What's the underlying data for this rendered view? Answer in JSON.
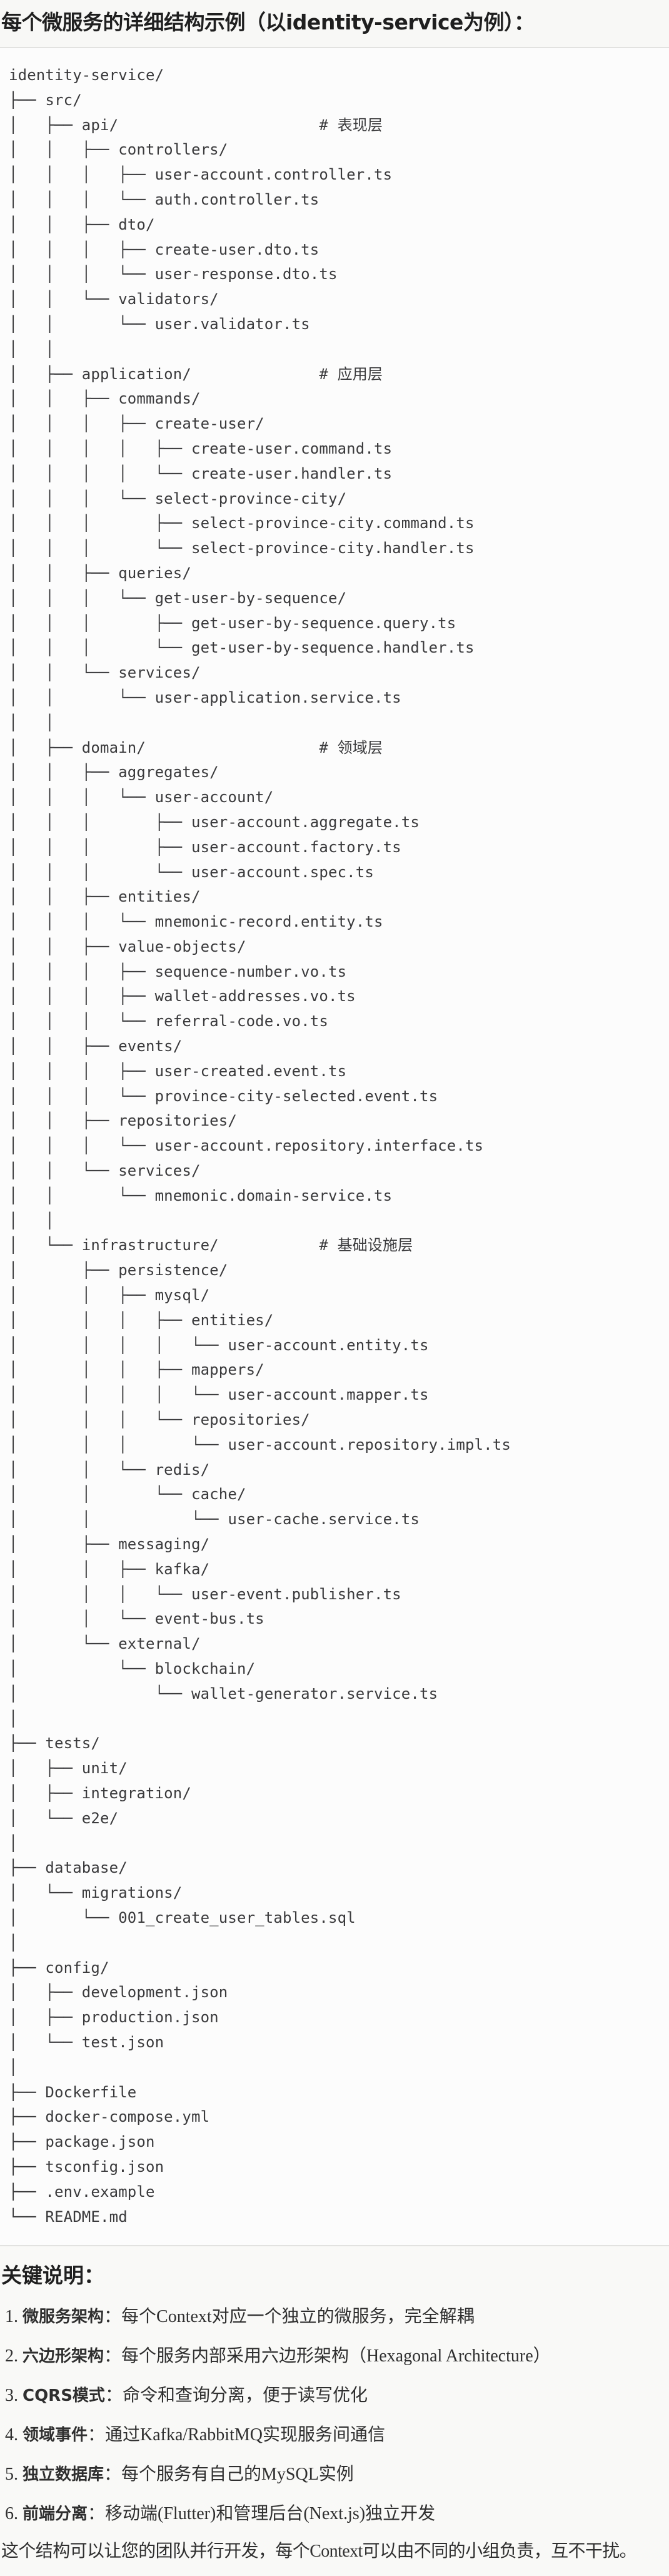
{
  "header": {
    "title": "每个微服务的详细结构示例（以identity-service为例）："
  },
  "tree": {
    "lines": [
      {
        "text": "identity-service/"
      },
      {
        "text": "├── src/"
      },
      {
        "text": "│   ├── api/",
        "comment": "# 表现层"
      },
      {
        "text": "│   │   ├── controllers/"
      },
      {
        "text": "│   │   │   ├── user-account.controller.ts"
      },
      {
        "text": "│   │   │   └── auth.controller.ts"
      },
      {
        "text": "│   │   ├── dto/"
      },
      {
        "text": "│   │   │   ├── create-user.dto.ts"
      },
      {
        "text": "│   │   │   └── user-response.dto.ts"
      },
      {
        "text": "│   │   └── validators/"
      },
      {
        "text": "│   │       └── user.validator.ts"
      },
      {
        "text": "│   │"
      },
      {
        "text": "│   ├── application/",
        "comment": "# 应用层"
      },
      {
        "text": "│   │   ├── commands/"
      },
      {
        "text": "│   │   │   ├── create-user/"
      },
      {
        "text": "│   │   │   │   ├── create-user.command.ts"
      },
      {
        "text": "│   │   │   │   └── create-user.handler.ts"
      },
      {
        "text": "│   │   │   └── select-province-city/"
      },
      {
        "text": "│   │   │       ├── select-province-city.command.ts"
      },
      {
        "text": "│   │   │       └── select-province-city.handler.ts"
      },
      {
        "text": "│   │   ├── queries/"
      },
      {
        "text": "│   │   │   └── get-user-by-sequence/"
      },
      {
        "text": "│   │   │       ├── get-user-by-sequence.query.ts"
      },
      {
        "text": "│   │   │       └── get-user-by-sequence.handler.ts"
      },
      {
        "text": "│   │   └── services/"
      },
      {
        "text": "│   │       └── user-application.service.ts"
      },
      {
        "text": "│   │"
      },
      {
        "text": "│   ├── domain/",
        "comment": "# 领域层"
      },
      {
        "text": "│   │   ├── aggregates/"
      },
      {
        "text": "│   │   │   └── user-account/"
      },
      {
        "text": "│   │   │       ├── user-account.aggregate.ts"
      },
      {
        "text": "│   │   │       ├── user-account.factory.ts"
      },
      {
        "text": "│   │   │       └── user-account.spec.ts"
      },
      {
        "text": "│   │   ├── entities/"
      },
      {
        "text": "│   │   │   └── mnemonic-record.entity.ts"
      },
      {
        "text": "│   │   ├── value-objects/"
      },
      {
        "text": "│   │   │   ├── sequence-number.vo.ts"
      },
      {
        "text": "│   │   │   ├── wallet-addresses.vo.ts"
      },
      {
        "text": "│   │   │   └── referral-code.vo.ts"
      },
      {
        "text": "│   │   ├── events/"
      },
      {
        "text": "│   │   │   ├── user-created.event.ts"
      },
      {
        "text": "│   │   │   └── province-city-selected.event.ts"
      },
      {
        "text": "│   │   ├── repositories/"
      },
      {
        "text": "│   │   │   └── user-account.repository.interface.ts"
      },
      {
        "text": "│   │   └── services/"
      },
      {
        "text": "│   │       └── mnemonic.domain-service.ts"
      },
      {
        "text": "│   │"
      },
      {
        "text": "│   └── infrastructure/",
        "comment": "# 基础设施层"
      },
      {
        "text": "│       ├── persistence/"
      },
      {
        "text": "│       │   ├── mysql/"
      },
      {
        "text": "│       │   │   ├── entities/"
      },
      {
        "text": "│       │   │   │   └── user-account.entity.ts"
      },
      {
        "text": "│       │   │   ├── mappers/"
      },
      {
        "text": "│       │   │   │   └── user-account.mapper.ts"
      },
      {
        "text": "│       │   │   └── repositories/"
      },
      {
        "text": "│       │   │       └── user-account.repository.impl.ts"
      },
      {
        "text": "│       │   └── redis/"
      },
      {
        "text": "│       │       └── cache/"
      },
      {
        "text": "│       │           └── user-cache.service.ts"
      },
      {
        "text": "│       ├── messaging/"
      },
      {
        "text": "│       │   ├── kafka/"
      },
      {
        "text": "│       │   │   └── user-event.publisher.ts"
      },
      {
        "text": "│       │   └── event-bus.ts"
      },
      {
        "text": "│       └── external/"
      },
      {
        "text": "│           └── blockchain/"
      },
      {
        "text": "│               └── wallet-generator.service.ts"
      },
      {
        "text": "│"
      },
      {
        "text": "├── tests/"
      },
      {
        "text": "│   ├── unit/"
      },
      {
        "text": "│   ├── integration/"
      },
      {
        "text": "│   └── e2e/"
      },
      {
        "text": "│"
      },
      {
        "text": "├── database/"
      },
      {
        "text": "│   └── migrations/"
      },
      {
        "text": "│       └── 001_create_user_tables.sql"
      },
      {
        "text": "│"
      },
      {
        "text": "├── config/"
      },
      {
        "text": "│   ├── development.json"
      },
      {
        "text": "│   ├── production.json"
      },
      {
        "text": "│   └── test.json"
      },
      {
        "text": "│"
      },
      {
        "text": "├── Dockerfile"
      },
      {
        "text": "├── docker-compose.yml"
      },
      {
        "text": "├── package.json"
      },
      {
        "text": "├── tsconfig.json"
      },
      {
        "text": "├── .env.example"
      },
      {
        "text": "└── README.md"
      }
    ]
  },
  "notes": {
    "heading": "关键说明：",
    "items": [
      {
        "num": "1. ",
        "term": "微服务架构",
        "desc": "：每个Context对应一个独立的微服务，完全解耦"
      },
      {
        "num": "2. ",
        "term": "六边形架构",
        "desc": "：每个服务内部采用六边形架构（Hexagonal Architecture）"
      },
      {
        "num": "3. ",
        "term": "CQRS模式",
        "desc": "：命令和查询分离，便于读写优化"
      },
      {
        "num": "4. ",
        "term": "领域事件",
        "desc": "：通过Kafka/RabbitMQ实现服务间通信"
      },
      {
        "num": "5. ",
        "term": "独立数据库",
        "desc": "：每个服务有自己的MySQL实例"
      },
      {
        "num": "6. ",
        "term": "前端分离",
        "desc": "：移动端(Flutter)和管理后台(Next.js)独立开发"
      }
    ],
    "summary": "这个结构可以让您的团队并行开发，每个Context可以由不同的小组负责，互不干扰。"
  }
}
